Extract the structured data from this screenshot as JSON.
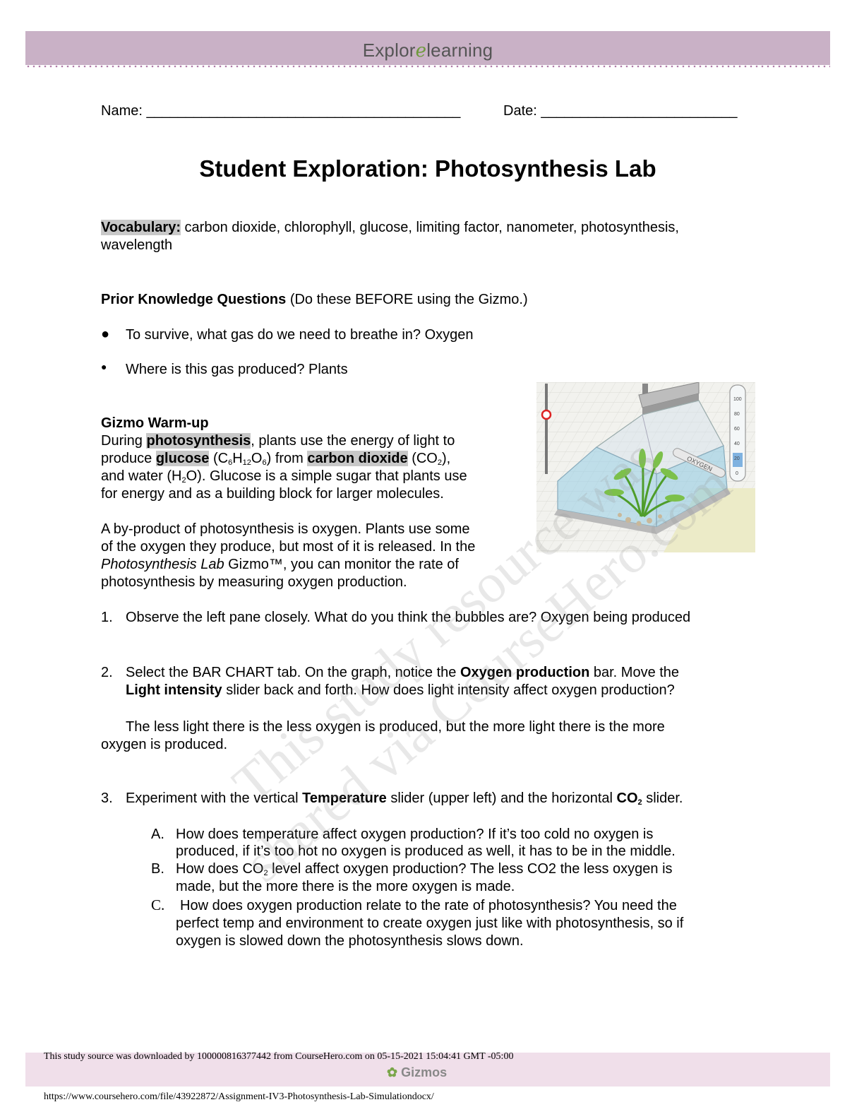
{
  "header": {
    "brand_left": "Explor",
    "brand_sep": "e",
    "brand_right": "learning"
  },
  "form": {
    "name_label": "Name: ________________________________________",
    "date_label": "Date: _________________________"
  },
  "title": "Student Exploration: Photosynthesis Lab",
  "vocab": {
    "label": "Vocabulary:",
    "line1": " carbon dioxide, chlorophyll, glucose, limiting factor, nanometer, photosynthesis,",
    "line2": "wavelength"
  },
  "prior": {
    "heading": "Prior Knowledge Questions",
    "note": " (Do these BEFORE using the Gizmo.)",
    "q1": "To survive, what gas do we need to breathe in? Oxygen",
    "q2": "Where is this gas produced? Plants"
  },
  "warmup": {
    "heading": "Gizmo Warm-up",
    "p1_l1_a": "During ",
    "p1_l1_b": "photosynthesis",
    "p1_l1_c": ", plants use the energy of light to",
    "p1_l2_a": "produce ",
    "p1_l2_b": "glucose",
    "p1_l2_c": " (C",
    "p1_l2_d": "H",
    "p1_l2_e": "O",
    "p1_l2_f": ") from ",
    "p1_l2_g": "carbon dioxide",
    "p1_l2_h": " (CO",
    "p1_l2_i": "),",
    "sub6": "6",
    "sub12": "12",
    "sub2": "2",
    "p1_l3_a": "and water (H",
    "p1_l3_b": "O). Glucose is a simple sugar that plants use",
    "p1_l4": "for energy and as a building block for larger molecules.",
    "p2_l1": "A by-product of photosynthesis is oxygen. Plants use some",
    "p2_l2": "of the oxygen they produce, but most of it is released. In the",
    "p2_l3_a": "Photosynthesis Lab",
    "p2_l3_b": " Gizmo™, you can monitor the rate of",
    "p2_l4": "photosynthesis by measuring oxygen production."
  },
  "figure": {
    "tube_label": "OXYGEN",
    "scale": [
      "100",
      "80",
      "60",
      "40",
      "20",
      "0"
    ]
  },
  "questions": {
    "q1_num": "1.",
    "q1": "Observe the left pane closely. What do you think the bubbles are? Oxygen being produced",
    "q2_num": "2.",
    "q2_l1_a": "Select the BAR CHART tab. On the graph, notice the ",
    "q2_l1_b": "Oxygen production",
    "q2_l1_c": " bar. Move the",
    "q2_l2_a": "Light intensity",
    "q2_l2_b": " slider back and forth. How does light intensity affect oxygen production?",
    "q2_ans_l1": "The less light there is the less oxygen is produced, but the more light there is the more",
    "q2_ans_l2": "oxygen is produced.",
    "q3_num": "3.",
    "q3_a": "Experiment with the vertical ",
    "q3_b": "Temperature",
    "q3_c": " slider (upper left) and the horizontal ",
    "q3_d": "CO",
    "q3_e": " slider.",
    "a_label": "A.",
    "a_l1": "How does temperature affect oxygen production? If it’s too cold no oxygen is",
    "a_l2": "produced, if it’s too hot no oxygen is produced as well, it has to be in the middle.",
    "b_label": "B.",
    "b_l1_a": "How does CO",
    "b_l1_b": " level affect oxygen production? The less CO2 the less oxygen is",
    "b_l2": "made, but the more there is the more oxygen is made.",
    "c_label": "C.",
    "c_l1": "How does oxygen production relate to the rate of photosynthesis? You need the",
    "c_l2": "perfect temp and environment to create oxygen just like with photosynthesis, so if",
    "c_l3": "oxygen is slowed down the photosynthesis slows down."
  },
  "watermark": {
    "line1": "This study resource was",
    "line2": "shared via CourseHero.com"
  },
  "footer": {
    "source": "This study source was downloaded by 100000816377442 from CourseHero.com on 05-15-2021 15:04:41 GMT -05:00",
    "url": "https://www.coursehero.com/file/43922872/Assignment-IV3-Photosynthesis-Lab-Simulationdocx/",
    "gizmos": "Gizmos"
  },
  "colors": {
    "banner": "#c9b1c6",
    "highlight": "#c8c8c8",
    "footer_band": "#f0dfea"
  }
}
